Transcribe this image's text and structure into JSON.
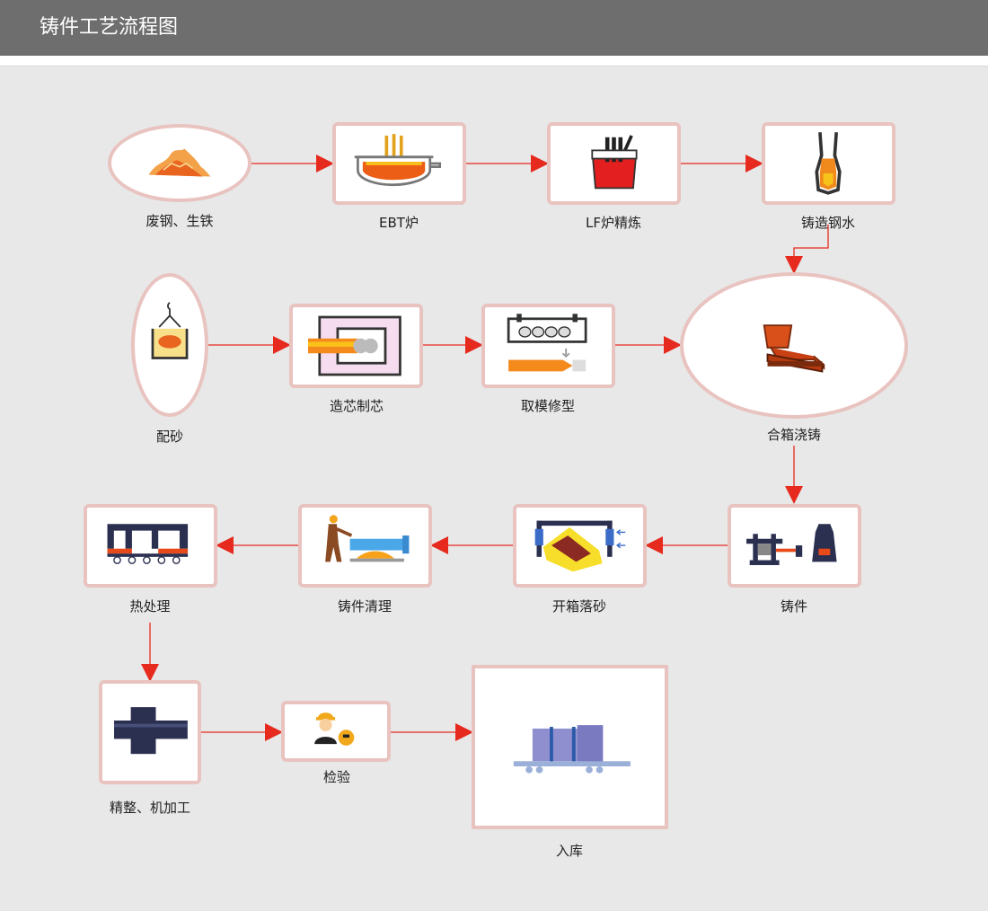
{
  "page": {
    "title": "铸件工艺流程图"
  },
  "colors": {
    "header_bg": "#6e6e6e",
    "background": "#e8e8e8",
    "node_border": "#e8c3c0",
    "arrow": "#e62a1e"
  },
  "steps": [
    {
      "id": "scrap",
      "label": "废钢、生铁",
      "icon": "scrap-pile-icon"
    },
    {
      "id": "ebt",
      "label": "EBT炉",
      "icon": "ebt-furnace-icon"
    },
    {
      "id": "lf",
      "label": "LF炉精炼",
      "icon": "ladle-refining-icon"
    },
    {
      "id": "pour",
      "label": "铸造钢水",
      "icon": "molten-steel-icon"
    },
    {
      "id": "sand",
      "label": "配砂",
      "icon": "sand-bucket-icon"
    },
    {
      "id": "core",
      "label": "造芯制芯",
      "icon": "core-making-icon"
    },
    {
      "id": "mold",
      "label": "取模修型",
      "icon": "mold-trimming-icon"
    },
    {
      "id": "cast",
      "label": "合箱浇铸",
      "icon": "ladle-casting-icon"
    },
    {
      "id": "casting",
      "label": "铸件",
      "icon": "casting-press-icon"
    },
    {
      "id": "shakeout",
      "label": "开箱落砂",
      "icon": "shakeout-icon"
    },
    {
      "id": "clean",
      "label": "铸件清理",
      "icon": "worker-cleaning-icon"
    },
    {
      "id": "heat",
      "label": "热处理",
      "icon": "heat-treatment-icon"
    },
    {
      "id": "machine",
      "label": "精整、机加工",
      "icon": "machined-part-icon"
    },
    {
      "id": "inspect",
      "label": "检验",
      "icon": "inspector-icon"
    },
    {
      "id": "store",
      "label": "入库",
      "icon": "warehouse-pipe-icon"
    }
  ]
}
